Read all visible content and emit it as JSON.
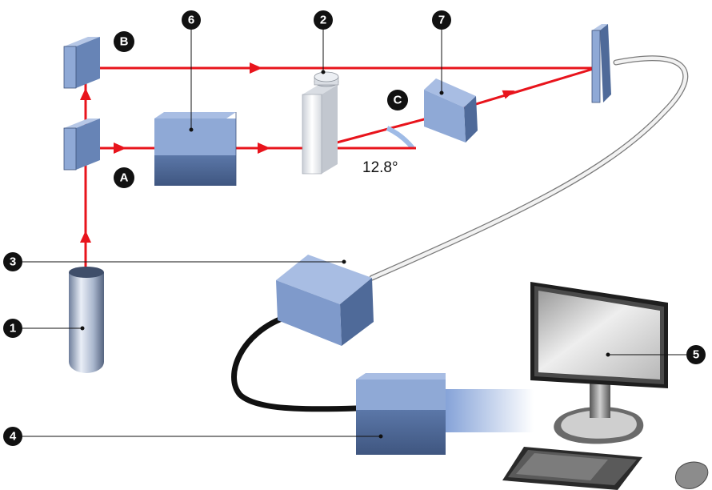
{
  "diagram": {
    "labels": {
      "numbers": [
        "1",
        "2",
        "3",
        "4",
        "5",
        "6",
        "7"
      ],
      "letters": [
        "A",
        "B",
        "C"
      ]
    },
    "angle_label": "12.8°",
    "colors": {
      "laser": "#e8141c",
      "component_light": "#8fa9d6",
      "component_dark": "#4f6a99",
      "badge": "#111111",
      "fiber": "#f2f2f2",
      "cable": "#111111",
      "angle_arc": "#9fbbe6"
    }
  }
}
